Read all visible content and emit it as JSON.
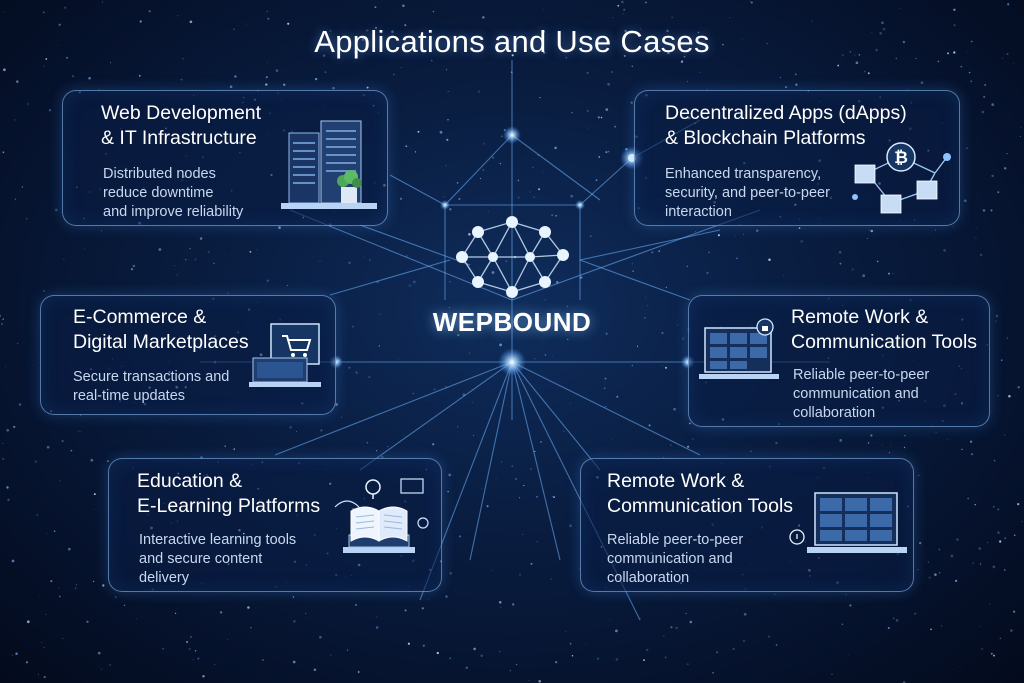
{
  "title": "Applications and Use Cases",
  "center_label": "WEPBOUND",
  "cards": [
    {
      "title": "Web Development\n& IT Infrastructure",
      "description": "Distributed nodes\nreduce downtime\nand improve reliability",
      "illustration": "server-rack-icon"
    },
    {
      "title": "Decentralized Apps (dApps)\n& Blockchain Platforms",
      "description": "Enhanced transparency,\nsecurity, and peer-to-peer\ninteraction",
      "illustration": "blockchain-bitcoin-icon"
    },
    {
      "title": "E-Commerce &\nDigital Marketplaces",
      "description": "Secure transactions and\nreal-time updates",
      "illustration": "shopping-cart-laptop-icon"
    },
    {
      "title": "Remote Work &\nCommunication Tools",
      "description": "Reliable peer-to-peer\ncommunication and\ncollaboration",
      "illustration": "video-conference-laptop-icon"
    },
    {
      "title": "Education &\nE-Learning Platforms",
      "description": "Interactive learning tools\nand secure content\ndelivery",
      "illustration": "open-book-laptop-icon"
    },
    {
      "title": "Remote Work &\nCommunication Tools",
      "description": "Reliable peer-to-peer\ncommunication and\ncollaboration",
      "illustration": "video-conference-laptop-icon"
    }
  ],
  "colors": {
    "accent": "#7cc4ff",
    "background": "#0a1f44",
    "card_border": "#96c8ff"
  }
}
